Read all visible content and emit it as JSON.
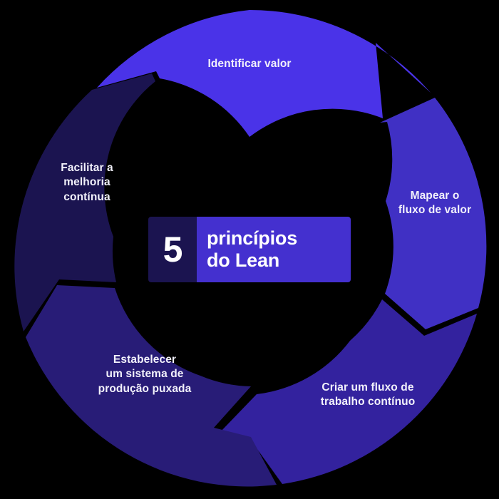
{
  "diagram": {
    "title_badge": {
      "number": "5",
      "line1": "princípios",
      "line2": "do Lean",
      "number_bg": "#1b1450",
      "text_bg": "#4430cf",
      "text_color": "#ffffff"
    },
    "background_color": "#000000",
    "shape": "donut-cycle",
    "segment_count": 5,
    "segments": [
      {
        "id": "identificar-valor",
        "order": 1,
        "label": "Identificar valor",
        "lines": [
          "Identificar valor"
        ],
        "color": "#4a33e8",
        "position": "top"
      },
      {
        "id": "mapear-fluxo-de-valor",
        "order": 2,
        "label": "Mapear o fluxo de valor",
        "lines": [
          "Mapear o",
          "fluxo de valor"
        ],
        "color": "#4030c4",
        "position": "right"
      },
      {
        "id": "criar-fluxo-trabalho-continuo",
        "order": 3,
        "label": "Criar um fluxo de trabalho contínuo",
        "lines": [
          "Criar um fluxo de",
          "trabalho contínuo"
        ],
        "color": "#33229e",
        "position": "bottom-right"
      },
      {
        "id": "estabelecer-sistema-producao-puxada",
        "order": 4,
        "label": "Estabelecer um sistema de produção puxada",
        "lines": [
          "Estabelecer",
          "um sistema de",
          "produção puxada"
        ],
        "color": "#281c77",
        "position": "bottom-left"
      },
      {
        "id": "facilitar-melhoria-continua",
        "order": 5,
        "label": "Facilitar a melhoria contínua",
        "lines": [
          "Facilitar a",
          "melhoria",
          "contínua"
        ],
        "color": "#1b1450",
        "position": "left"
      }
    ]
  }
}
